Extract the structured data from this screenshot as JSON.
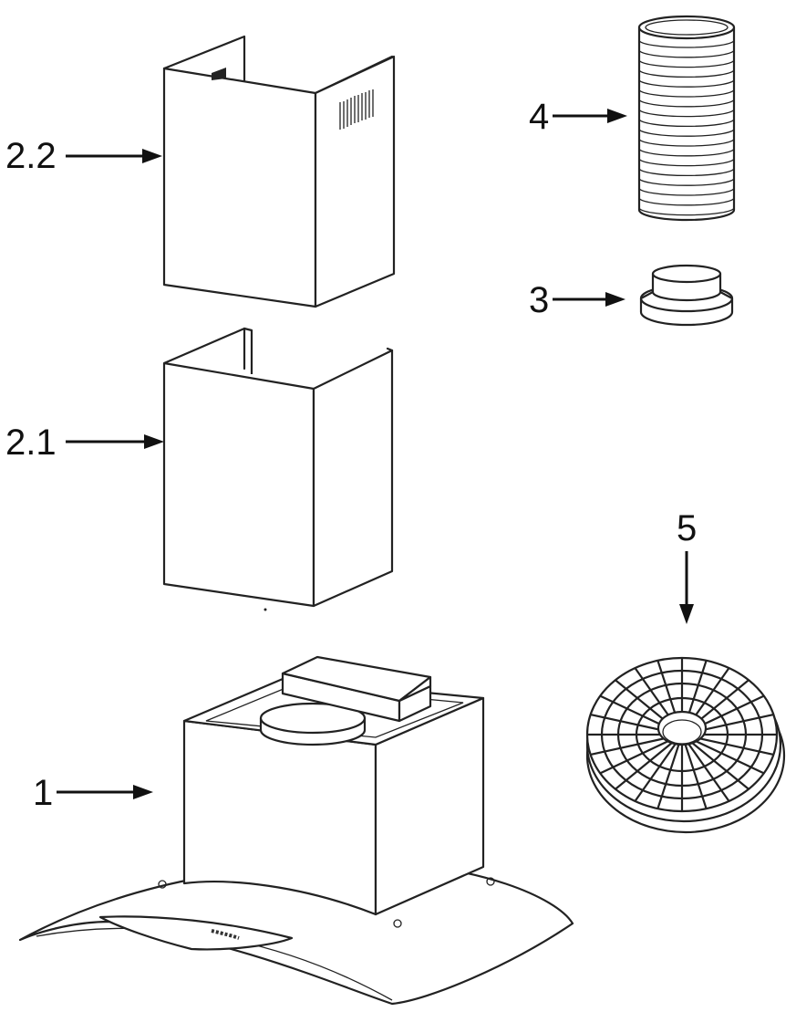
{
  "labels": {
    "part_1": "1",
    "part_2_1": "2.1",
    "part_2_2": "2.2",
    "part_3": "3",
    "part_4": "4",
    "part_5": "5"
  }
}
